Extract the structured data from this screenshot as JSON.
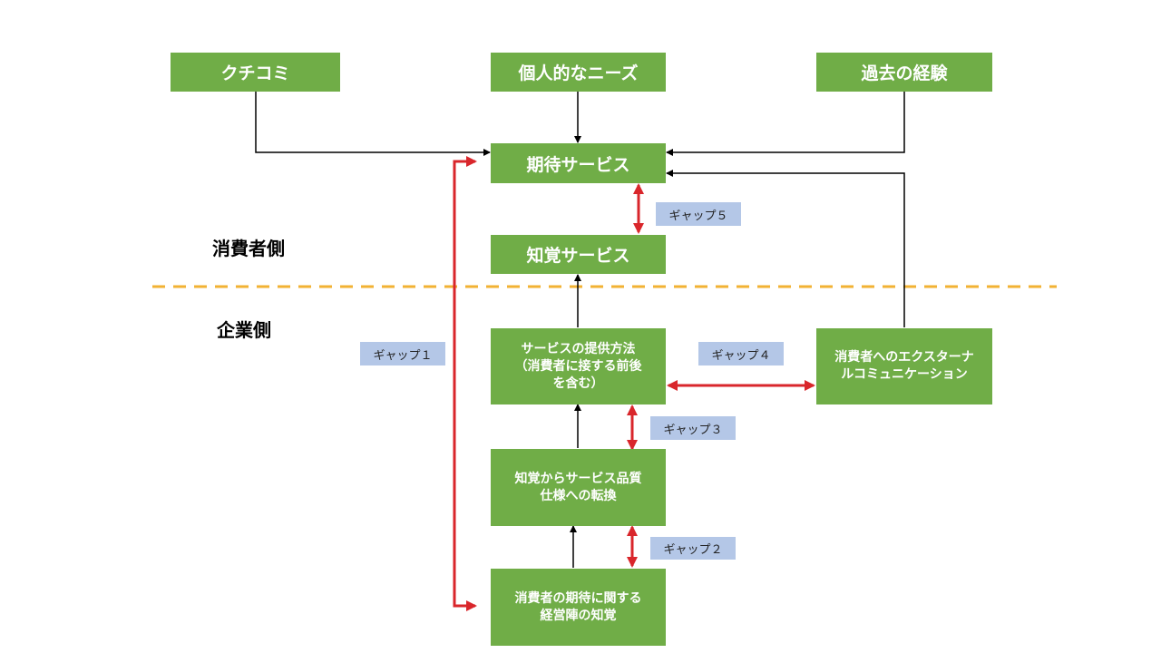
{
  "colors": {
    "box_fill": "#70ad47",
    "gap_fill": "#b4c7e7",
    "divider": "#f2b233",
    "gap_arrow": "#d9262b",
    "flow_arrow": "#000000"
  },
  "sections": {
    "consumer_side": "消費者側",
    "company_side": "企業側"
  },
  "boxes": {
    "word_of_mouth": "クチコミ",
    "personal_needs": "個人的なニーズ",
    "past_experience": "過去の経験",
    "expected_service": "期待サービス",
    "perceived_service": "知覚サービス",
    "service_delivery": "サービスの提供方法\n（消費者に接する前後\nを含む）",
    "external_communication": "消費者へのエクスターナ\nルコミュニケーション",
    "quality_spec": "知覚からサービス品質\n仕様への転換",
    "management_perception": "消費者の期待に関する\n経営陣の知覚"
  },
  "gaps": {
    "gap1": "ギャップ１",
    "gap2": "ギャップ２",
    "gap3": "ギャップ３",
    "gap4": "ギャップ４",
    "gap5": "ギャップ５"
  }
}
